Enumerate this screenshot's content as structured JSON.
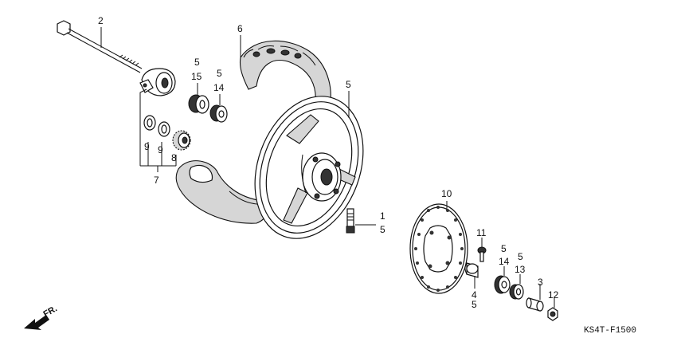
{
  "diagram": {
    "code": "KS4T-F1500",
    "direction_label": "FR.",
    "callouts": [
      {
        "id": "c2",
        "text": "2"
      },
      {
        "id": "c6",
        "text": "6"
      },
      {
        "id": "c5a",
        "text": "5"
      },
      {
        "id": "c15",
        "text": "15"
      },
      {
        "id": "c5b",
        "text": "5"
      },
      {
        "id": "c14a",
        "text": "14"
      },
      {
        "id": "c5c",
        "text": "5"
      },
      {
        "id": "c9a",
        "text": "9"
      },
      {
        "id": "c9b",
        "text": "9"
      },
      {
        "id": "c8",
        "text": "8"
      },
      {
        "id": "c7",
        "text": "7"
      },
      {
        "id": "c1",
        "text": "1"
      },
      {
        "id": "c5d",
        "text": "5"
      },
      {
        "id": "c10",
        "text": "10"
      },
      {
        "id": "c11",
        "text": "11"
      },
      {
        "id": "c5e",
        "text": "5"
      },
      {
        "id": "c14b",
        "text": "14"
      },
      {
        "id": "c5f",
        "text": "5"
      },
      {
        "id": "c13",
        "text": "13"
      },
      {
        "id": "c4",
        "text": "4"
      },
      {
        "id": "c5g",
        "text": "5"
      },
      {
        "id": "c3",
        "text": "3"
      },
      {
        "id": "c12",
        "text": "12"
      }
    ]
  }
}
